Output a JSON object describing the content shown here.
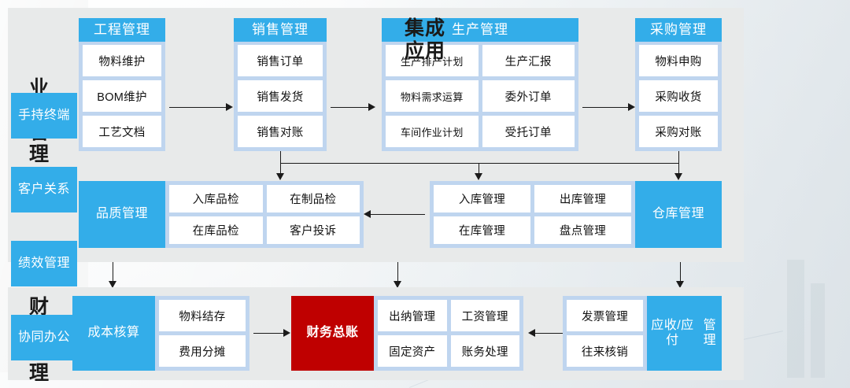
{
  "diagram": {
    "title_hidden": "",
    "colors": {
      "accent_blue": "#33ade9",
      "panel_gray": "#e8eaea",
      "module_light_blue": "#bfd5ef",
      "cell_white": "#ffffff",
      "highlight_red": "#bf0000",
      "connector_black": "#1b1b1b"
    }
  },
  "rows": {
    "business_label": "业务管理",
    "finance_label": "财务管理"
  },
  "business_modules": {
    "engineering": {
      "title": "工程管理",
      "items": [
        "物料维护",
        "BOM维护",
        "工艺文档"
      ]
    },
    "sales": {
      "title": "销售管理",
      "items": [
        "销售订单",
        "销售发货",
        "销售对账"
      ]
    },
    "production": {
      "title": "生产管理",
      "items": [
        "生产排产计划",
        "生产汇报",
        "物料需求运算",
        "委外订单",
        "车间作业计划",
        "受托订单"
      ]
    },
    "purchasing": {
      "title": "采购管理",
      "items": [
        "物料申购",
        "采购收货",
        "采购对账"
      ]
    },
    "quality": {
      "title": "品质管理",
      "items": [
        "入库品检",
        "在制品检",
        "在库品检",
        "客户投诉"
      ]
    },
    "warehouse": {
      "title": "仓库管理",
      "items": [
        "入库管理",
        "出库管理",
        "在库管理",
        "盘点管理"
      ]
    }
  },
  "finance_modules": {
    "cost": {
      "title": "成本核算",
      "items": [
        "物料结存",
        "费用分摊"
      ]
    },
    "ledger": {
      "title": "财务总账",
      "items": [
        "出纳管理",
        "工资管理",
        "固定资产",
        "账务处理"
      ]
    },
    "receivable": {
      "title": "应收/应付管理",
      "items": [
        "发票管理",
        "往来核销"
      ]
    }
  },
  "apps": {
    "title": "集成应用",
    "items": [
      {
        "label": "手持终端"
      },
      {
        "label": "客户关系"
      },
      {
        "label": "绩效管理"
      },
      {
        "label": "协同办公"
      }
    ]
  }
}
